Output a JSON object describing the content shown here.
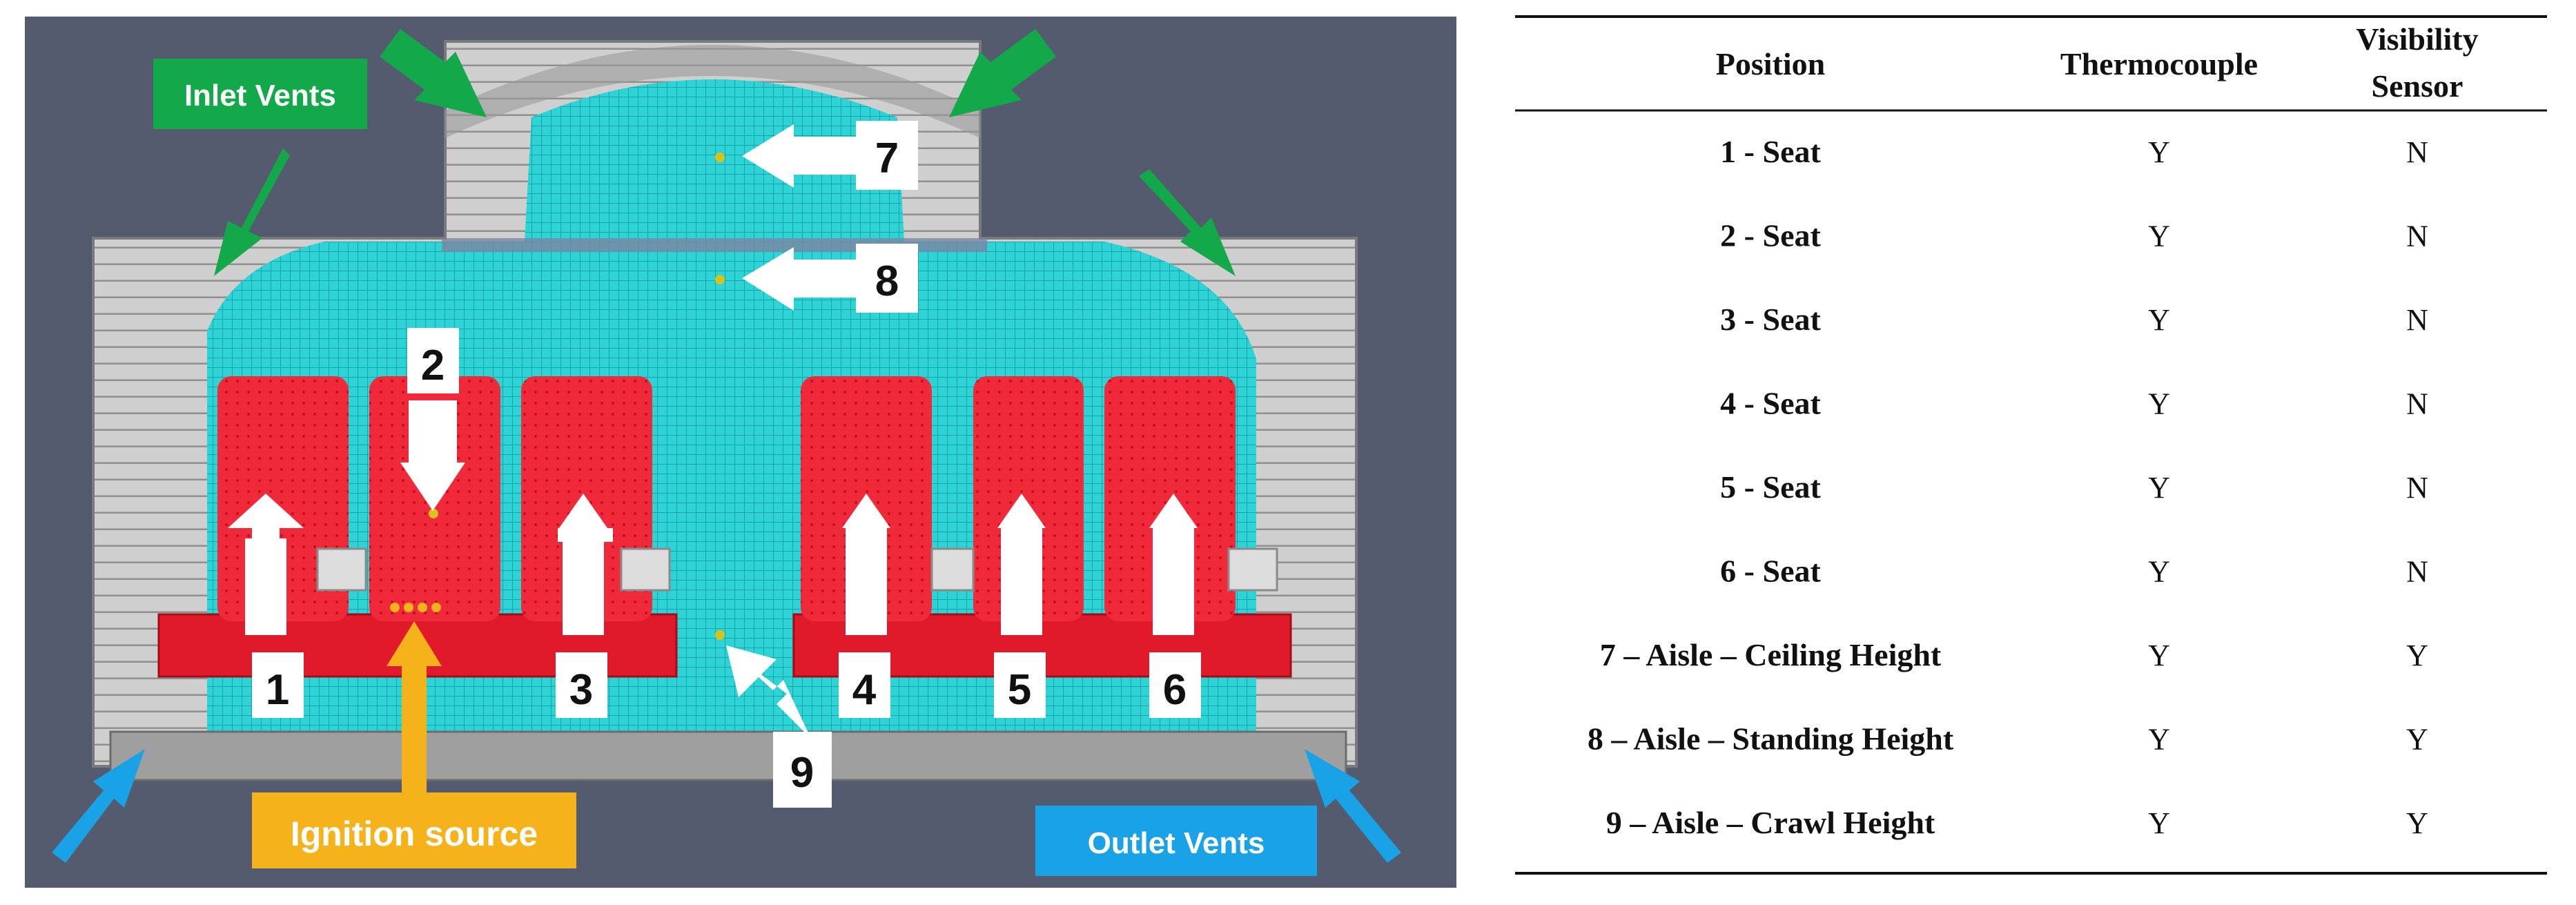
{
  "figure": {
    "labels": {
      "inlet": "Inlet Vents",
      "outlet": "Outlet Vents",
      "ignition": "Ignition source"
    },
    "markers": [
      "1",
      "2",
      "3",
      "4",
      "5",
      "6",
      "7",
      "8",
      "9"
    ],
    "colors": {
      "background": "#545b6e",
      "mesh": "#2ed3d6",
      "seat": "#f02a3a",
      "wall": "#c7c7c7",
      "inlet_arrow": "#13a94a",
      "outlet_arrow": "#1aa2e6",
      "ignition": "#f5b21b"
    }
  },
  "table": {
    "headers": {
      "position": "Position",
      "thermocouple": "Thermocouple",
      "visibility_1": "Visibility",
      "visibility_2": "Sensor"
    },
    "rows": [
      {
        "position": "1 - Seat",
        "thermocouple": "Y",
        "visibility": "N"
      },
      {
        "position": "2 - Seat",
        "thermocouple": "Y",
        "visibility": "N"
      },
      {
        "position": "3 - Seat",
        "thermocouple": "Y",
        "visibility": "N"
      },
      {
        "position": "4 - Seat",
        "thermocouple": "Y",
        "visibility": "N"
      },
      {
        "position": "5 - Seat",
        "thermocouple": "Y",
        "visibility": "N"
      },
      {
        "position": "6 - Seat",
        "thermocouple": "Y",
        "visibility": "N"
      },
      {
        "position": "7 – Aisle – Ceiling Height",
        "thermocouple": "Y",
        "visibility": "Y"
      },
      {
        "position": "8 – Aisle – Standing Height",
        "thermocouple": "Y",
        "visibility": "Y"
      },
      {
        "position": "9 – Aisle – Crawl Height",
        "thermocouple": "Y",
        "visibility": "Y"
      }
    ]
  }
}
